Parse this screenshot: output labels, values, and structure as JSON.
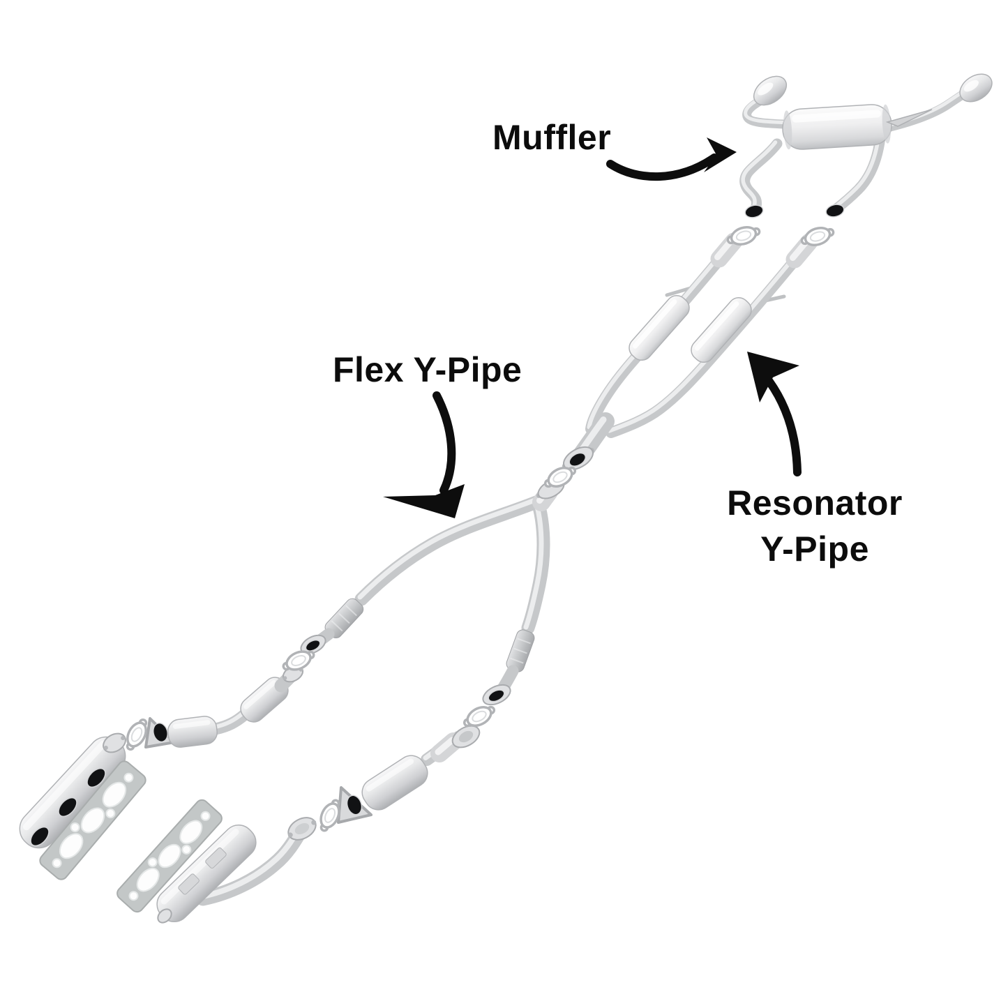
{
  "page": {
    "background_color": "#ffffff",
    "text_color": "#0c0c0c",
    "arrow_color": "#0d0d0d"
  },
  "labels": {
    "muffler": "Muffler",
    "flex_y_pipe": "Flex Y-Pipe",
    "resonator_line1": "Resonator",
    "resonator_line2": "Y-Pipe"
  },
  "diagram": {
    "kind": "exploded exhaust system parts diagram",
    "labeled_parts": [
      "Muffler",
      "Flex Y-Pipe",
      "Resonator Y-Pipe"
    ],
    "depicted_parts": [
      "muffler-with-dual-tips",
      "resonator-y-pipe-dual-resonators",
      "flex-y-pipe",
      "catalytic-converter-left",
      "catalytic-converter-right",
      "exhaust-manifold-left",
      "exhaust-manifold-right",
      "manifold-gasket-strip-left",
      "manifold-gasket-strip-right",
      "flange-gaskets-x7"
    ],
    "colors": {
      "metal_light": "#f2f3f4",
      "metal_base": "#c6c8ca",
      "metal_shadow": "#aaacaf",
      "opening_black": "#111214"
    }
  }
}
